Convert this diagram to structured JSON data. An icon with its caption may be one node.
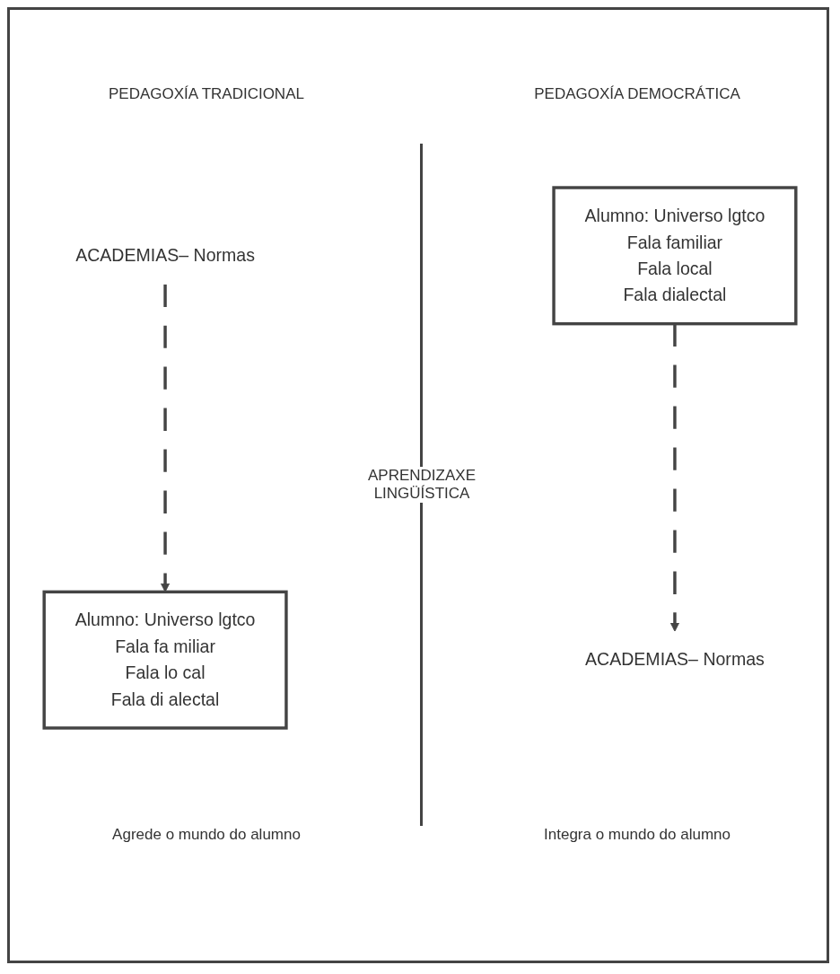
{
  "diagram": {
    "nodes": [
      {
        "text": [
          "ACADEMIAS– Normas"
        ]
      },
      {
        "text": [
          "Alumno: Universo lgtco",
          "Fala fa miliar",
          "Fala lo cal",
          "Fala di alectal"
        ]
      },
      {
        "text": [
          "Alumno: Universo lgtco",
          "Fala familiar",
          "Fala local",
          "Fala dialectal"
        ]
      },
      {
        "text": [
          "ACADEMIAS– Normas"
        ]
      }
    ],
    "edges": [
      {
        "from": 0,
        "to": 1,
        "arrow": "to",
        "style": "dashed"
      },
      {
        "from": 2,
        "to": 3,
        "arrow": "to",
        "style": "dashed"
      }
    ],
    "labels": [
      "PEDAGOXÍA TRADICIONAL",
      "PEDAGOXÍA DEMOCRÁTICA",
      "APRENDIZAXE LINGÜÍSTICA",
      "Agrede o mundo do alumno",
      "Integra o mundo do alumno"
    ]
  }
}
